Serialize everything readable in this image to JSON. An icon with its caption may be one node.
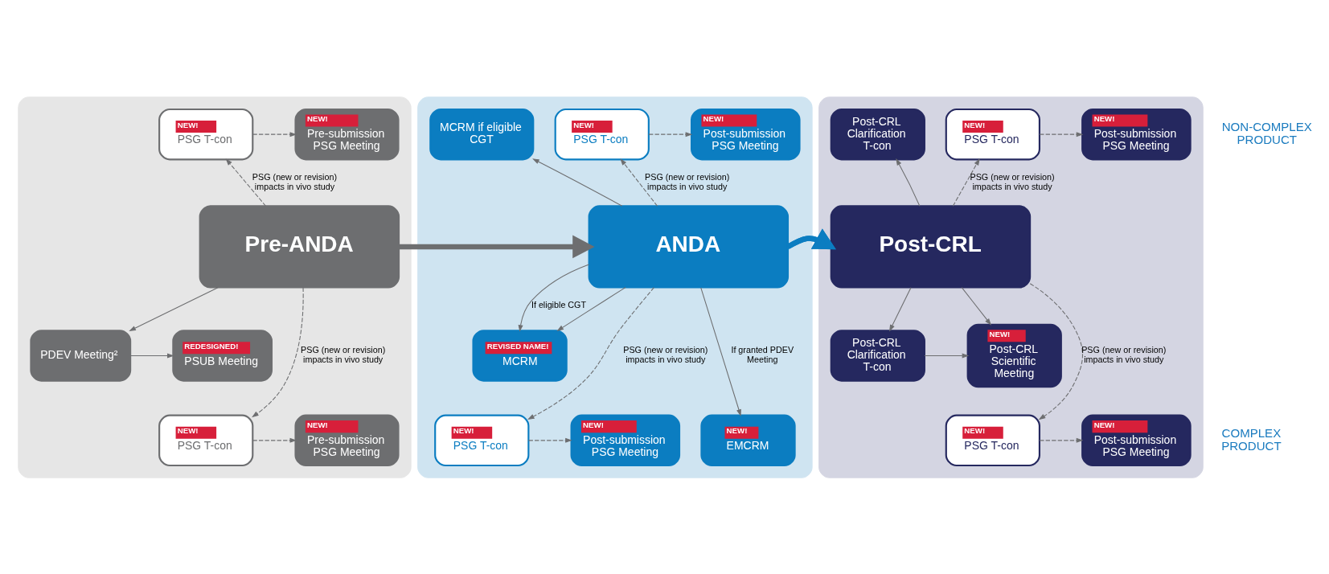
{
  "diagram": {
    "nodes": [
      {
        "text": [],
        "shape": "box"
      },
      {
        "text": [
          "NEW!",
          "PSG T-con"
        ],
        "in": 0
      },
      {
        "text": [
          "NEW!",
          "Pre-submission PSG Meeting"
        ],
        "in": 0
      },
      {
        "text": [
          "Pre-ANDA"
        ],
        "in": 0
      },
      {
        "text": [
          "PDEV Meeting²"
        ],
        "in": 0
      },
      {
        "text": [
          "REDESIGNED!",
          "PSUB Meeting"
        ],
        "in": 0
      },
      {
        "text": [
          "NEW!",
          "PSG T-con"
        ],
        "in": 0
      },
      {
        "text": [
          "NEW!",
          "Pre-submission PSG Meeting"
        ],
        "in": 0
      },
      {
        "text": [],
        "shape": "box"
      },
      {
        "text": [
          "NEW!",
          "PSG T-con"
        ],
        "in": 8
      },
      {
        "text": [
          "NEW!",
          "Post-submission PSG Meeting"
        ],
        "in": 8
      },
      {
        "text": [
          "MCRM if eligible CGT"
        ],
        "in": 8
      },
      {
        "text": [
          "ANDA"
        ],
        "in": 8
      },
      {
        "text": [
          "REVISED NAME!",
          "MCRM"
        ],
        "in": 8
      },
      {
        "text": [
          "NEW!",
          "PSG T-con"
        ],
        "in": 8
      },
      {
        "text": [
          "NEW!",
          "Post-submission PSG Meeting"
        ],
        "in": 8
      },
      {
        "text": [
          "NEW!",
          "EMCRM"
        ],
        "in": 8
      },
      {
        "text": [],
        "shape": "box"
      },
      {
        "text": [
          "NEW!",
          "PSG T-con"
        ],
        "in": 17
      },
      {
        "text": [
          "NEW!",
          "Post-submission PSG Meeting"
        ],
        "in": 17
      },
      {
        "text": [
          "Post-CRL Clarification T-con"
        ],
        "in": 17
      },
      {
        "text": [
          "Post-CRL"
        ],
        "in": 17
      },
      {
        "text": [
          "Post-CRL Clarification T-con"
        ],
        "in": 17
      },
      {
        "text": [
          "NEW!",
          "Post-CRL Scientific Meeting"
        ],
        "in": 17
      },
      {
        "text": [
          "NEW!",
          "PSG T-con"
        ],
        "in": 17
      },
      {
        "text": [
          "NEW!",
          "Post-submission PSG Meeting"
        ],
        "in": 17
      }
    ],
    "edges": [
      {
        "from": 3,
        "to": 1,
        "arrow": "to",
        "style": "dashed",
        "label": "PSG (new or revision) impacts in vivo study"
      },
      {
        "from": 1,
        "to": 2,
        "arrow": "to",
        "style": "dashed"
      },
      {
        "from": 3,
        "to": 4,
        "arrow": "to"
      },
      {
        "from": 4,
        "to": 5,
        "arrow": "to"
      },
      {
        "from": 3,
        "to": 6,
        "arrow": "to",
        "style": "dashed",
        "label": "PSG (new or revision) impacts in vivo study"
      },
      {
        "from": 6,
        "to": 7,
        "arrow": "to",
        "style": "dashed"
      },
      {
        "from": 3,
        "to": 12,
        "arrow": "to",
        "style": "thick",
        "color": "#6d6e70"
      },
      {
        "from": 12,
        "to": 9,
        "arrow": "to",
        "style": "dashed",
        "label": "PSG (new or revision) impacts in vivo study"
      },
      {
        "from": 9,
        "to": 10,
        "arrow": "to",
        "style": "dashed"
      },
      {
        "from": 12,
        "to": 11,
        "arrow": "to"
      },
      {
        "from": 12,
        "to": 13,
        "arrow": "to",
        "label": "If eligible CGT"
      },
      {
        "from": 12,
        "to": 13,
        "arrow": "to"
      },
      {
        "from": 12,
        "to": 16,
        "arrow": "to",
        "label": "If granted PDEV Meeting"
      },
      {
        "from": 12,
        "to": 14,
        "arrow": "to",
        "style": "dashed",
        "label": "PSG (new or revision) impacts in vivo study"
      },
      {
        "from": 14,
        "to": 15,
        "arrow": "to",
        "style": "dashed"
      },
      {
        "from": 12,
        "to": 21,
        "arrow": "to",
        "style": "thick",
        "color": "#0b7dc1"
      },
      {
        "from": 21,
        "to": 18,
        "arrow": "to",
        "style": "dashed",
        "label": "PSG (new or revision) impacts in vivo study"
      },
      {
        "from": 18,
        "to": 19,
        "arrow": "to",
        "style": "dashed"
      },
      {
        "from": 21,
        "to": 20,
        "arrow": "to"
      },
      {
        "from": 21,
        "to": 22,
        "arrow": "to"
      },
      {
        "from": 21,
        "to": 23,
        "arrow": "to"
      },
      {
        "from": 22,
        "to": 23,
        "arrow": "to"
      },
      {
        "from": 21,
        "to": 24,
        "arrow": "to",
        "style": "dashed",
        "label": "PSG (new or revision) impacts in vivo study"
      },
      {
        "from": 24,
        "to": 25,
        "arrow": "to",
        "style": "dashed"
      }
    ],
    "labels": [
      "NON-COMPLEX PRODUCT",
      "COMPLEX PRODUCT"
    ]
  }
}
